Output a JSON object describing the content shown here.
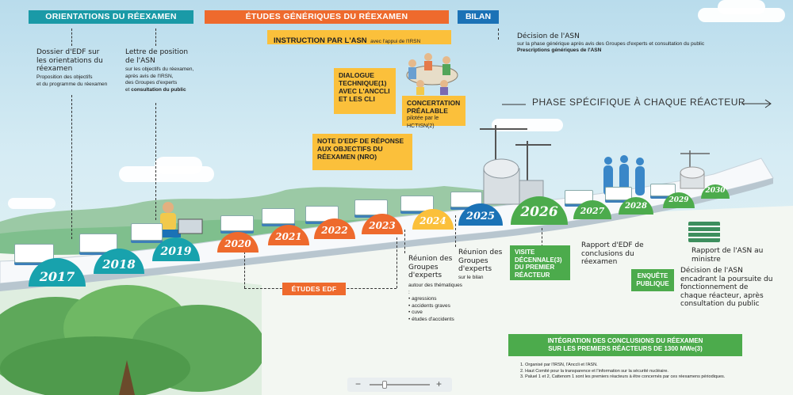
{
  "headers": {
    "orientations": "ORIENTATIONS DU RÉEXAMEN",
    "etudes": "ÉTUDES GÉNÉRIQUES DU RÉEXAMEN",
    "bilan": "BILAN"
  },
  "instruction": {
    "title": "INSTRUCTION PAR L'ASN",
    "subtitle": "avec l'appui de l'IRSN"
  },
  "col1": {
    "hand": "Dossier d'EDF sur les orientations du réexamen",
    "small1": "Proposition des objectifs",
    "small2": "et du programme du réexamen"
  },
  "col2": {
    "hand": "Lettre de position de l'ASN",
    "small1": "sur les objectifs du réexamen,",
    "small2": "après avis de l'IRSN,",
    "small3": "des Groupes d'experts",
    "small4_pre": "et ",
    "small4_bold": "consultation du public"
  },
  "bilan_text": {
    "hand": "Décision de l'ASN",
    "small": "sur la phase générique après avis des Groupes d'experts et consultation du public",
    "bold": "Prescriptions génériques de l'ASN"
  },
  "boxes": {
    "dialogue": "DIALOGUE TECHNIQUE(1) AVEC L'ANCCLI ET LES CLI",
    "concertation_main": "CONCERTATION PRÉALABLE",
    "concertation_sub": "pilotée par le HCTISN(2)",
    "note": "NOTE D'EDF DE RÉPONSE AUX OBJECTIFS DU RÉEXAMEN (NRO)"
  },
  "phase_label": "PHASE SPÉCIFIQUE À CHAQUE RÉACTEUR",
  "years": [
    "2017",
    "2018",
    "2019",
    "2020",
    "2021",
    "2022",
    "2023",
    "2024",
    "2025",
    "2026",
    "2027",
    "2028",
    "2029",
    "2030"
  ],
  "etudes_edf": "ÉTUDES EDF",
  "reunion1": {
    "hand": "Réunion des Groupes d'experts",
    "small": "autour des thématiques :",
    "items": [
      "agressions",
      "accidents graves",
      "cuve",
      "études d'accidents"
    ]
  },
  "reunion2": {
    "hand": "Réunion des Groupes d'experts",
    "small": "sur le bilan"
  },
  "visite": "VISITE DÉCENNALE(3) DU PREMIER RÉACTEUR",
  "rapport_edf": "Rapport d'EDF de conclusions du réexamen",
  "enquete": "ENQUÊTE PUBLIQUE",
  "rapport_asn": "Rapport de l'ASN au ministre",
  "decision_asn": "Décision de l'ASN encadrant la poursuite du fonctionnement de chaque réacteur, après consultation du public",
  "integration": {
    "line1": "INTÉGRATION DES CONCLUSIONS DU RÉEXAMEN",
    "line2": "SUR LES PREMIERS RÉACTEURS DE 1300 MWe(3)"
  },
  "footnotes": [
    "1. Organisé par l'IRSN, l'Anccli et l'ASN.",
    "2. Haut Comité pour la transparence et l'information sur la sécurité nucléaire.",
    "3. Paluel 1 et 2, Cattenom 1 sont les premiers réacteurs à être concernés par ces réexamens périodiques."
  ],
  "zoom": {
    "minus": "−",
    "plus": "+"
  },
  "colors": {
    "teal": "#1a9aa7",
    "orange": "#ee6a2d",
    "blue": "#1b72b6",
    "yellow": "#fbc03b",
    "green": "#4cab4c"
  }
}
